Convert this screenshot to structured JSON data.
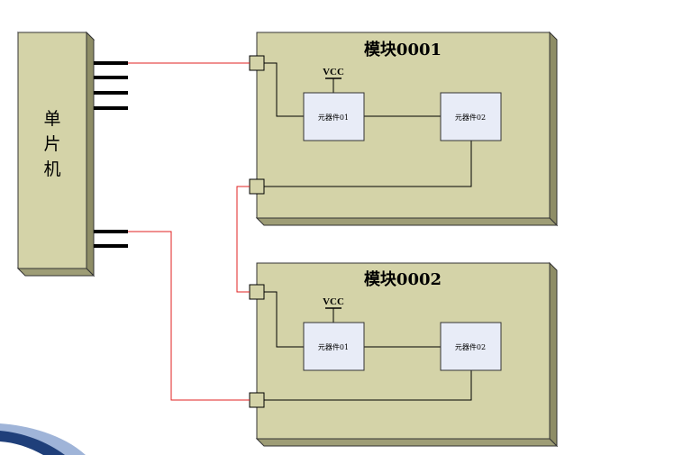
{
  "mcu": {
    "label_line1": "单",
    "label_line2": "片",
    "label_line3": "机"
  },
  "modules": [
    {
      "title": "模块0001",
      "vcc": "VCC",
      "component1": "元器件01",
      "component2": "元器件02"
    },
    {
      "title": "模块0002",
      "vcc": "VCC",
      "component1": "元器件01",
      "component2": "元器件02"
    }
  ],
  "colors": {
    "block_fill": "#D4D3A8",
    "block_top": "#E6E5C8",
    "block_side": "#8E8D66",
    "wire_red": "#E02020",
    "wire_black": "#000000",
    "component_fill": "#E8ECF7"
  }
}
